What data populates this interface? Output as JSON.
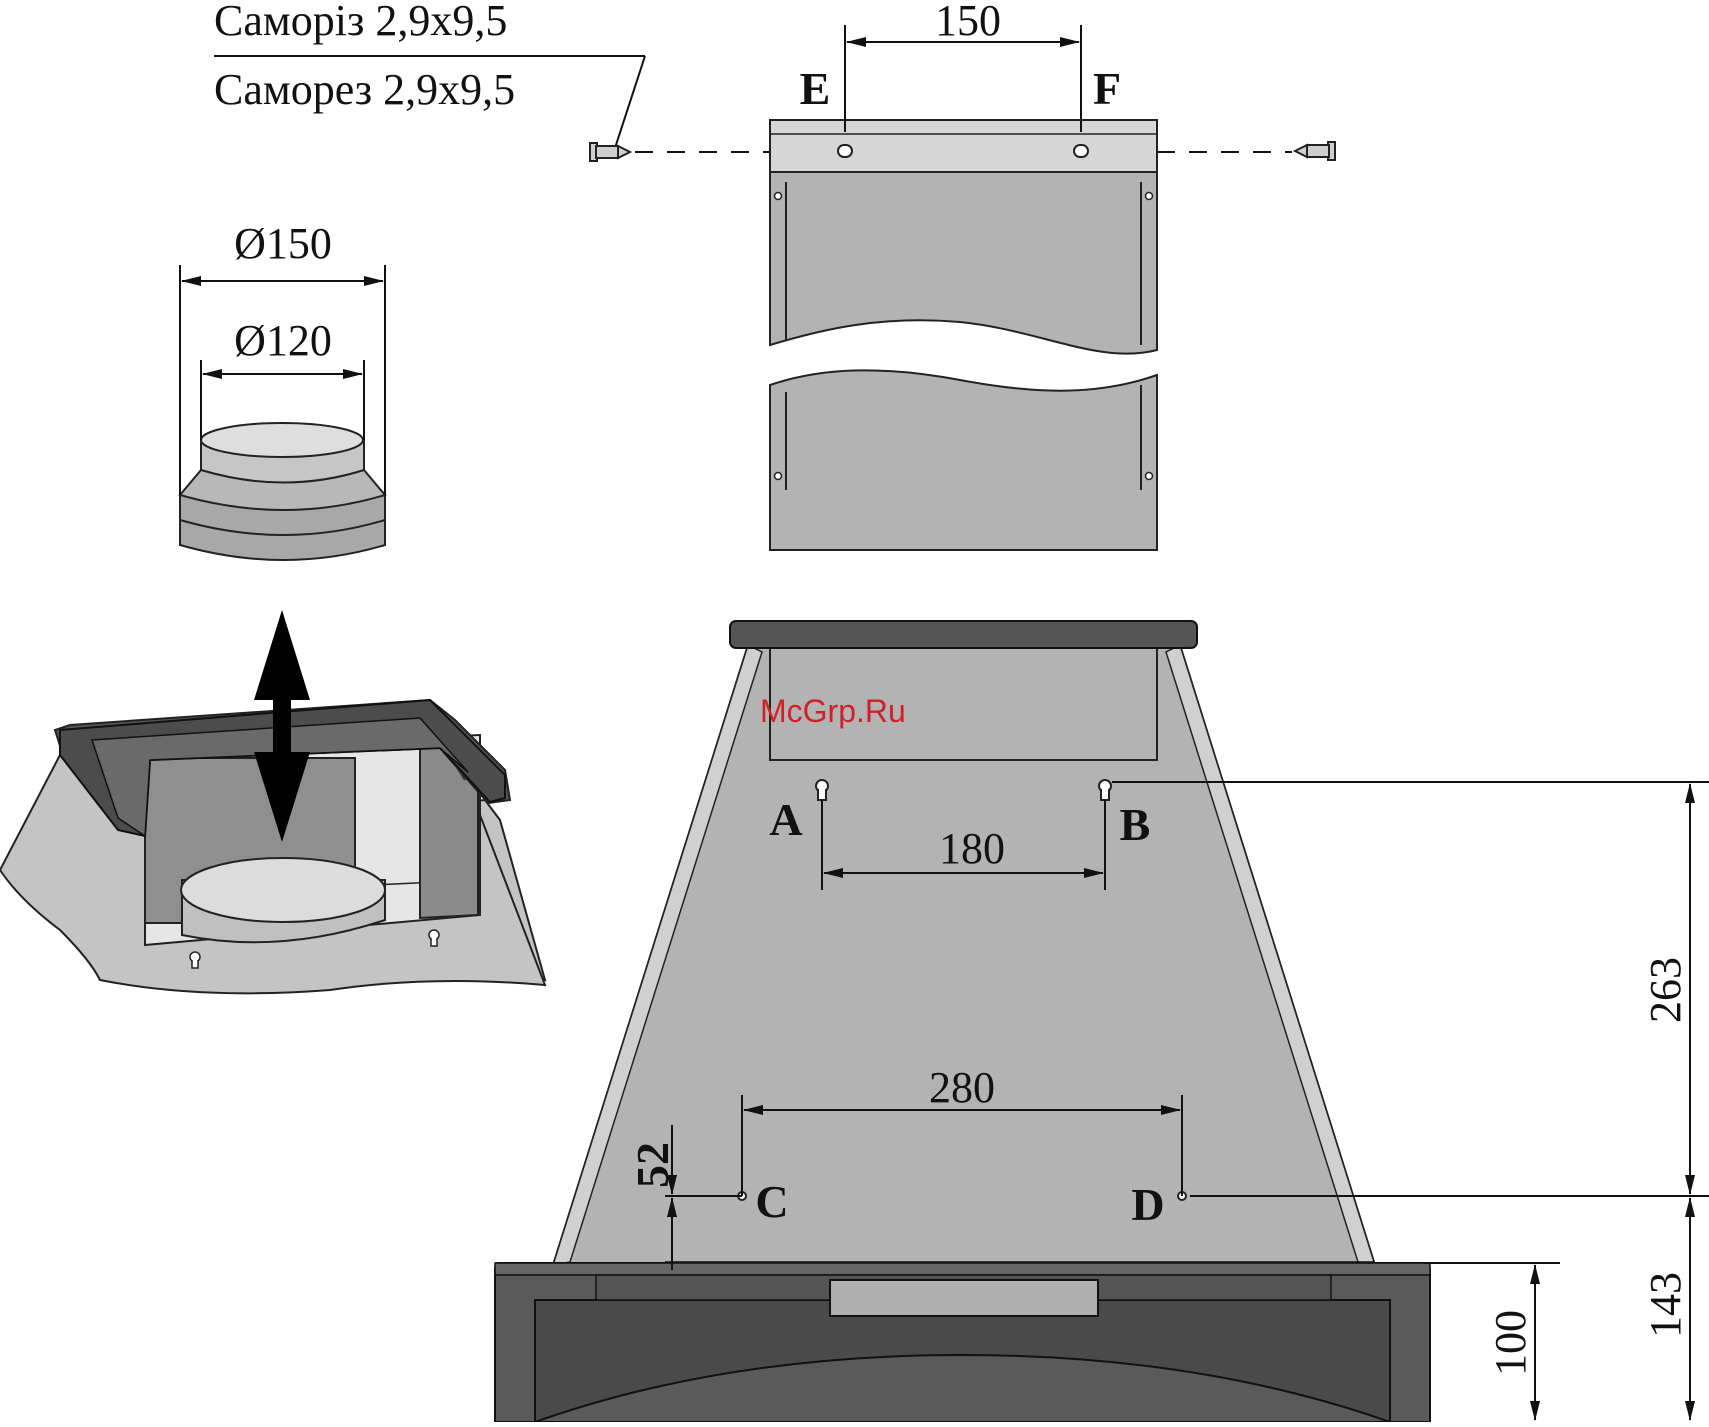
{
  "screw": {
    "label_ua": "Саморіз 2,9х9,5",
    "label_ru": "Саморез 2,9х9,5"
  },
  "adapter": {
    "outer_diameter": "Ø150",
    "inner_diameter": "Ø120"
  },
  "chimney": {
    "width": "150",
    "point_e": "E",
    "point_f": "F"
  },
  "hood": {
    "point_a": "A",
    "point_b": "B",
    "point_c": "C",
    "point_d": "D",
    "dim_ab": "180",
    "dim_cd": "280",
    "dim_vertical_upper": "263",
    "dim_vertical_lower": "143",
    "dim_edge": "52",
    "dim_bottom": "100"
  },
  "watermark": "McGrp.Ru",
  "colors": {
    "metal": "#b3b3b3",
    "metal_light": "#d6d6d6",
    "frame_dark": "#555555",
    "outline": "#222222"
  }
}
